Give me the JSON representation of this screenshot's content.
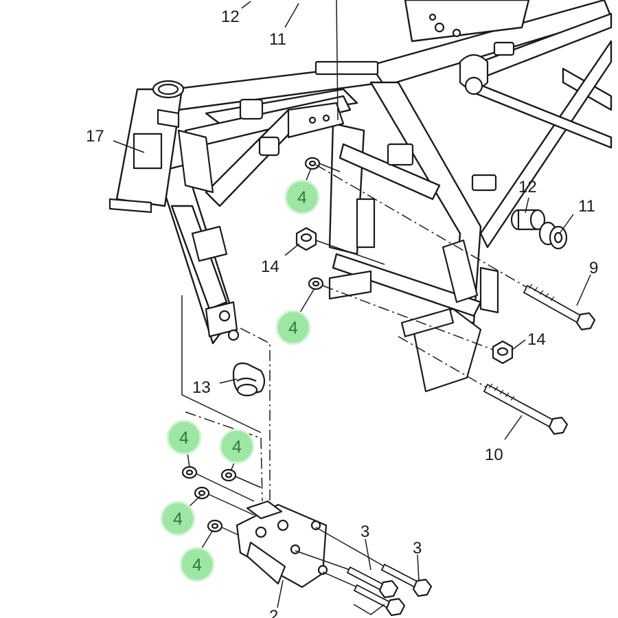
{
  "diagram": {
    "part_labels": {
      "l12_top": "12",
      "l11_top": "11",
      "l17": "17",
      "l12_right": "12",
      "l11_right": "11",
      "l14_left": "14",
      "l9": "9",
      "l14_right": "14",
      "l13": "13",
      "l10": "10",
      "l3_a": "3",
      "l3_b": "3",
      "l2": "2"
    },
    "highlight_labels": {
      "h4_a": "4",
      "h4_b": "4",
      "h4_c": "4",
      "h4_d": "4",
      "h4_e": "4",
      "h4_f": "4"
    },
    "colors": {
      "highlight_fill": "#9de6a4",
      "highlight_text": "#2f7a3c",
      "line": "#1a1a1a"
    }
  }
}
